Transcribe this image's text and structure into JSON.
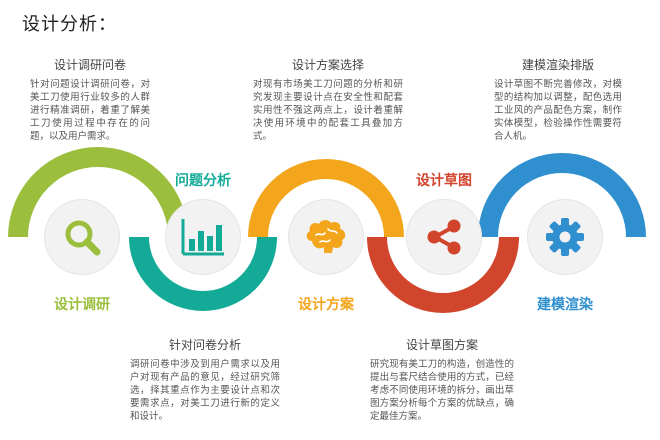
{
  "page_title": "设计分析：",
  "colors": {
    "green": "#9bbf3c",
    "teal": "#13ab98",
    "orange": "#f3a51b",
    "red": "#d2452d",
    "blue": "#2f8fcf",
    "circle_bg": "#f2f2f2"
  },
  "top_blocks": [
    {
      "title": "设计调研问卷",
      "desc": "针对问题设计调研问卷，对美工刀使用行业较多的人群进行精准调研，着重了解美工刀使用过程中存在的问题，以及用户需求。"
    },
    {
      "title": "设计方案选择",
      "desc": "对现有市场美工刀问题的分析和研究发现主要设计点在安全性和配套实用性不强这两点上，设计着重解决使用环境中的配套工具叠加方式。"
    },
    {
      "title": "建模渲染排版",
      "desc": "设计草图不断完善修改，对模型的结构加以调整，配色选用工业风的产品配色方案，制作实体模型，检验操作性需要符合人机。"
    }
  ],
  "bottom_blocks": [
    {
      "title": "针对问卷分析",
      "desc": "调研问卷中涉及到用户需求以及用户对现有产品的意见，经过研究筛选，择其重点作为主要设计点和次要需求点，对美工刀进行新的定义和设计。"
    },
    {
      "title": "设计草图方案",
      "desc": "研究现有美工刀的构造，创造性的提出与套尺结合使用的方式，已经考虑不同使用环境的拆分，画出草图方案分析每个方案的优缺点，确定最佳方案。"
    }
  ],
  "stages": [
    {
      "label": "设计调研",
      "icon": "magnifier-icon",
      "color": "#9bbf3c"
    },
    {
      "label": "问题分析",
      "icon": "bar-chart-icon",
      "color": "#13ab98"
    },
    {
      "label": "设计方案",
      "icon": "brain-icon",
      "color": "#f3a51b"
    },
    {
      "label": "设计草图",
      "icon": "share-icon",
      "color": "#d2452d"
    },
    {
      "label": "建模渲染",
      "icon": "gear-icon",
      "color": "#2f8fcf"
    }
  ]
}
